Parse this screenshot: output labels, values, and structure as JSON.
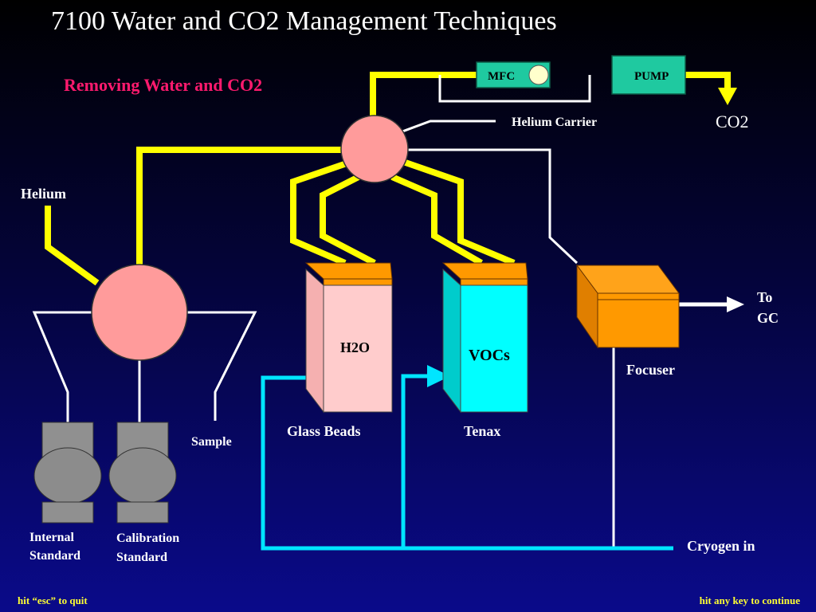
{
  "title": "7100 Water and CO2 Management Techniques",
  "subtitle": "Removing Water and CO2",
  "labels": {
    "mfc": "MFC",
    "pump": "PUMP",
    "helium_carrier": "Helium Carrier",
    "co2": "CO2",
    "helium": "Helium",
    "h2o": "H2O",
    "vocs": "VOCs",
    "to_gc_line1": "To",
    "to_gc_line2": "GC",
    "focuser": "Focuser",
    "glass_beads": "Glass Beads",
    "tenax": "Tenax",
    "sample": "Sample",
    "internal_standard_line1": "Internal",
    "internal_standard_line2": "Standard",
    "calibration_standard_line1": "Calibration",
    "calibration_standard_line2": "Standard",
    "cryogen_in": "Cryogen in"
  },
  "footer": {
    "left": "hit “esc” to quit",
    "right": "hit any key to continue"
  },
  "colors": {
    "pipe_yellow": "#ffff00",
    "cryogen_cyan": "#00e5ff",
    "valve_pink": "#ff9b9b",
    "mfc_green": "#1fc9a0",
    "subtitle_red": "#ff1a6e",
    "footer_yellow": "#ffff33",
    "focuser_orange": "#ff9900",
    "tenax_cyan": "#00ffff",
    "glassbeads_pink": "#ffcccc"
  }
}
